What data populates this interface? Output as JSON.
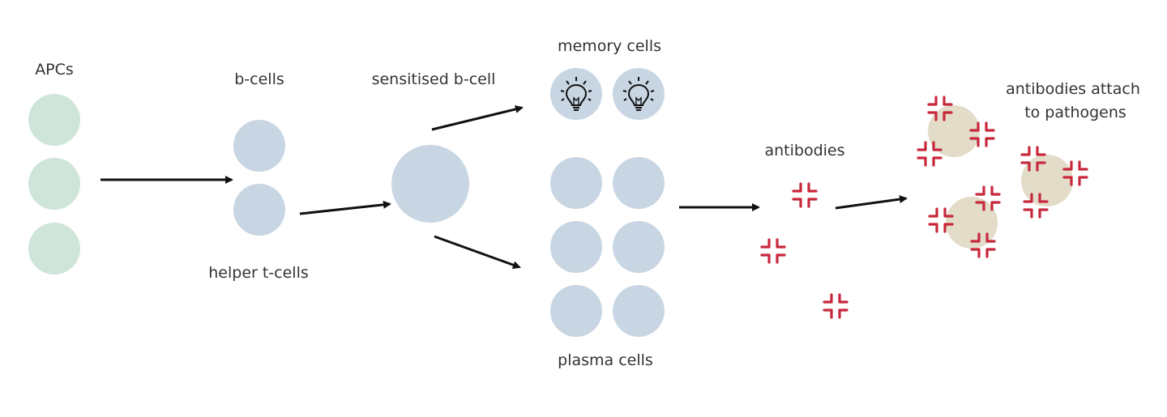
{
  "labels": {
    "apcs": "APCs",
    "b_cells": "b-cells",
    "helper_t_cells": "helper t-cells",
    "sensitised_b_cell": "sensitised b-cell",
    "memory_cells": "memory cells",
    "plasma_cells": "plasma cells",
    "antibodies": "antibodies",
    "antibodies_attach_line1": "antibodies attach",
    "antibodies_attach_line2": "to pathogens"
  },
  "colors": {
    "apc_fill": "#cfe5da",
    "bcell_fill": "#c8d6e3",
    "pathogen_fill": "#e2dcc8",
    "antibody_red": "#c8283c",
    "arrow": "#111111",
    "text": "#333333"
  },
  "icons": {
    "memory_cell_icon": "lightbulb-icon",
    "antibody_icon": "antibody-icon"
  }
}
